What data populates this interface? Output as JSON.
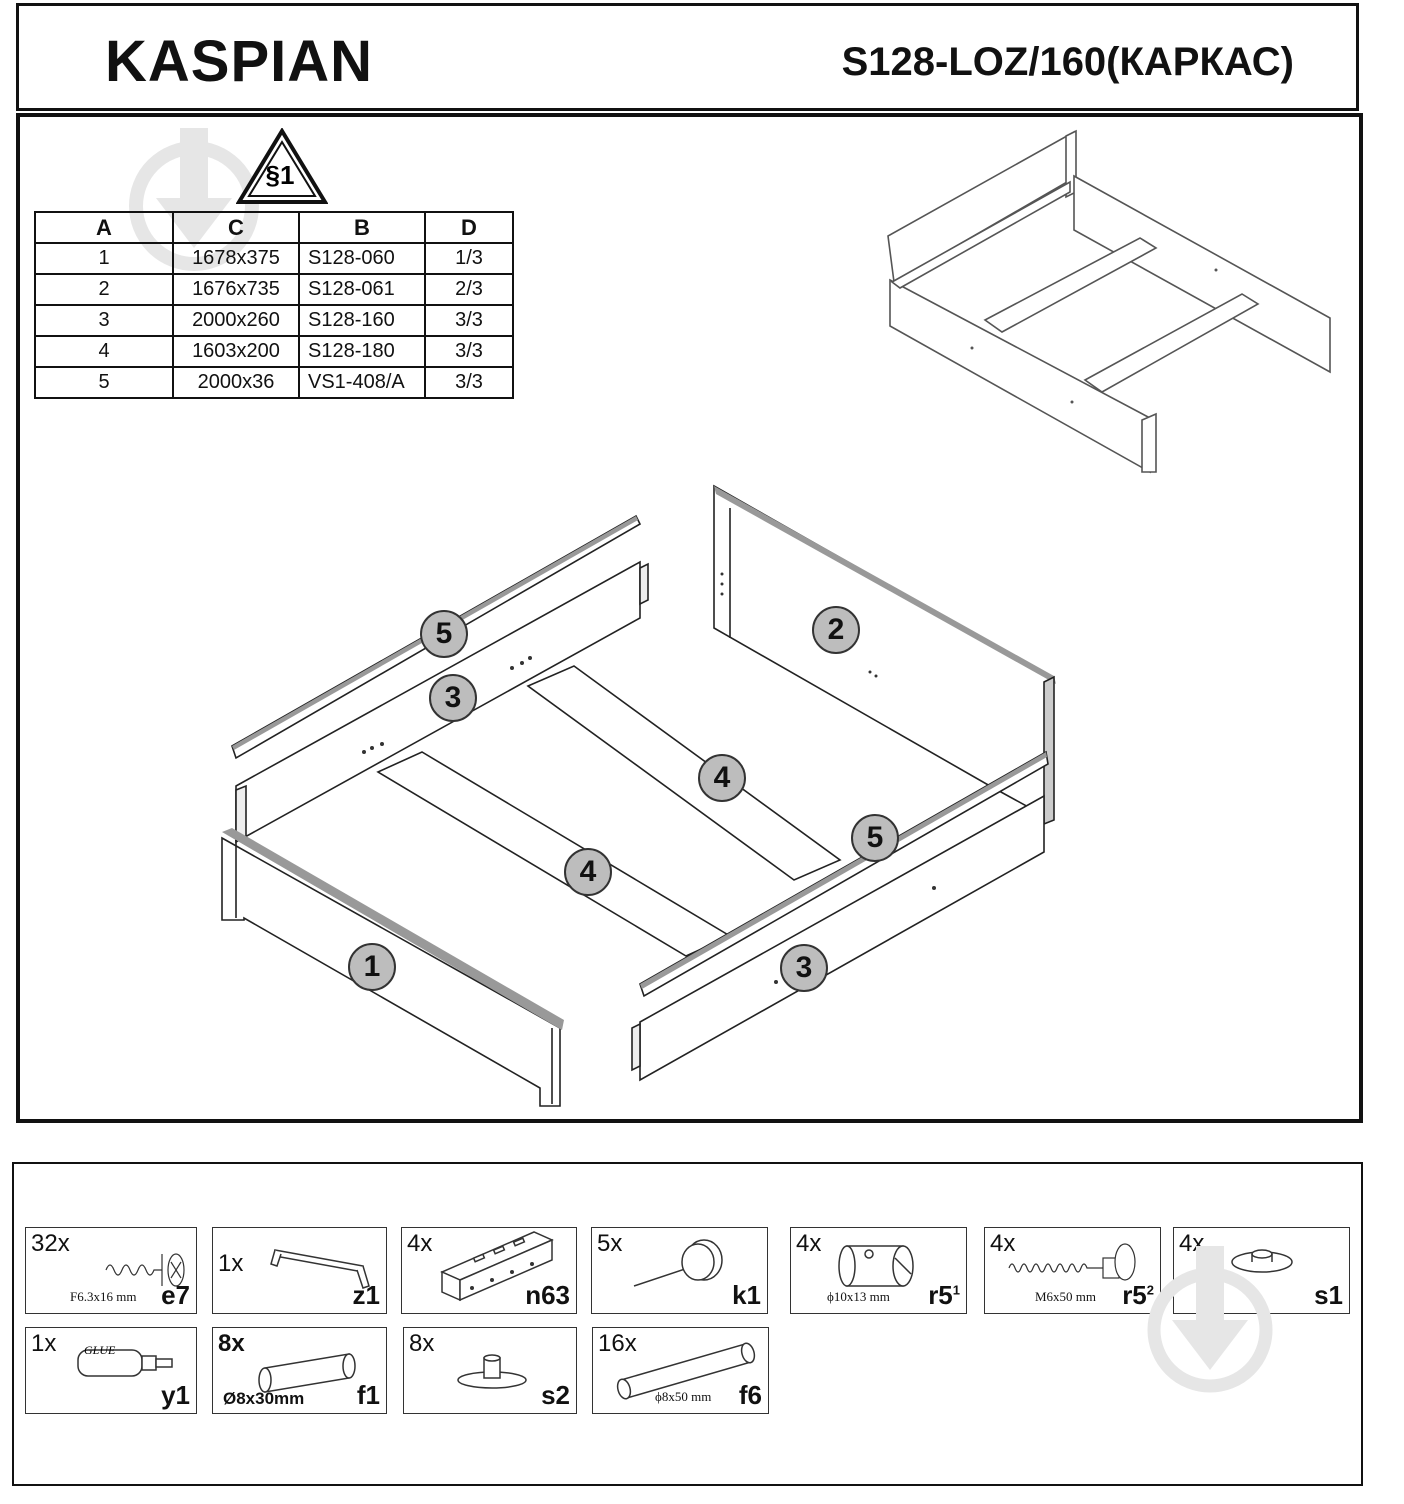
{
  "header": {
    "brand": "KASPIAN",
    "model": "S128-LOZ/160(КАРКАС)"
  },
  "warning": {
    "label": "§1"
  },
  "parts_table": {
    "headers": [
      "A",
      "C",
      "B",
      "D"
    ],
    "rows": [
      [
        "1",
        "1678x375",
        "S128-060",
        "1/3"
      ],
      [
        "2",
        "1676x735",
        "S128-061",
        "2/3"
      ],
      [
        "3",
        "2000x260",
        "S128-160",
        "3/3"
      ],
      [
        "4",
        "1603x200",
        "S128-180",
        "3/3"
      ],
      [
        "5",
        "2000x36",
        "VS1-408/A",
        "3/3"
      ]
    ]
  },
  "callouts": {
    "p5a": "5",
    "p3a": "3",
    "p2": "2",
    "p4a": "4",
    "p4b": "4",
    "p5b": "5",
    "p1": "1",
    "p3b": "3"
  },
  "fittings": {
    "e7": {
      "qty": "32x",
      "code": "e7",
      "dim": "F6.3x16 mm"
    },
    "z1": {
      "qty": "1x",
      "code": "z1"
    },
    "n63": {
      "qty": "4x",
      "code": "n63"
    },
    "k1": {
      "qty": "5x",
      "code": "k1"
    },
    "r51": {
      "qty": "4x",
      "code": "r5",
      "sup": "1",
      "dim": "ϕ10x13 mm"
    },
    "r52": {
      "qty": "4x",
      "code": "r5",
      "sup": "2",
      "dim": "M6x50 mm"
    },
    "s1": {
      "qty": "4x",
      "code": "s1"
    },
    "y1": {
      "qty": "1x",
      "code": "y1",
      "glue": "GLUE"
    },
    "f1": {
      "qty": "8x",
      "code": "f1",
      "dim": "Ø8x30mm"
    },
    "s2": {
      "qty": "8x",
      "code": "s2"
    },
    "f6": {
      "qty": "16x",
      "code": "f6",
      "dim": "ϕ8x50 mm"
    }
  },
  "colors": {
    "line": "#111111",
    "callout_fill": "#bdbdbd",
    "watermark": "#e6e6e6"
  }
}
